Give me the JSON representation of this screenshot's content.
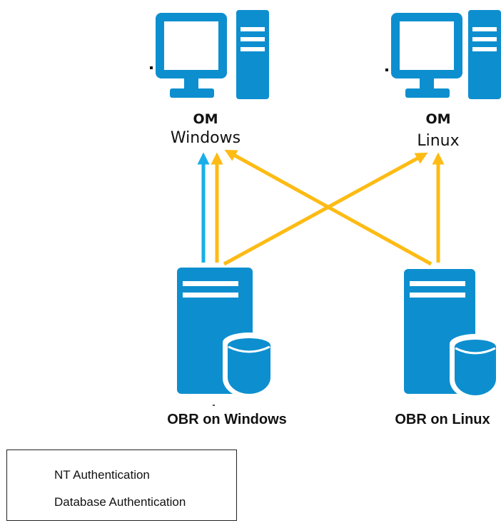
{
  "nodes": {
    "om_windows": {
      "title": "OM",
      "subtitle": "Windows",
      "icon": "desktop-computer-icon"
    },
    "om_linux": {
      "title": "OM",
      "subtitle": "Linux",
      "icon": "desktop-computer-icon"
    },
    "obr_windows": {
      "label": "OBR on Windows",
      "icon": "server-database-icon"
    },
    "obr_linux": {
      "label": "OBR on Linux",
      "icon": "server-database-icon"
    }
  },
  "legend": {
    "items": [
      {
        "label": "NT Authentication",
        "color": "#1aaee8"
      },
      {
        "label": "Database Authentication",
        "color": "#fdbb14"
      }
    ]
  },
  "colors": {
    "device": "#0d8fcf",
    "nt_auth": "#1aaee8",
    "db_auth": "#fdbb14"
  }
}
